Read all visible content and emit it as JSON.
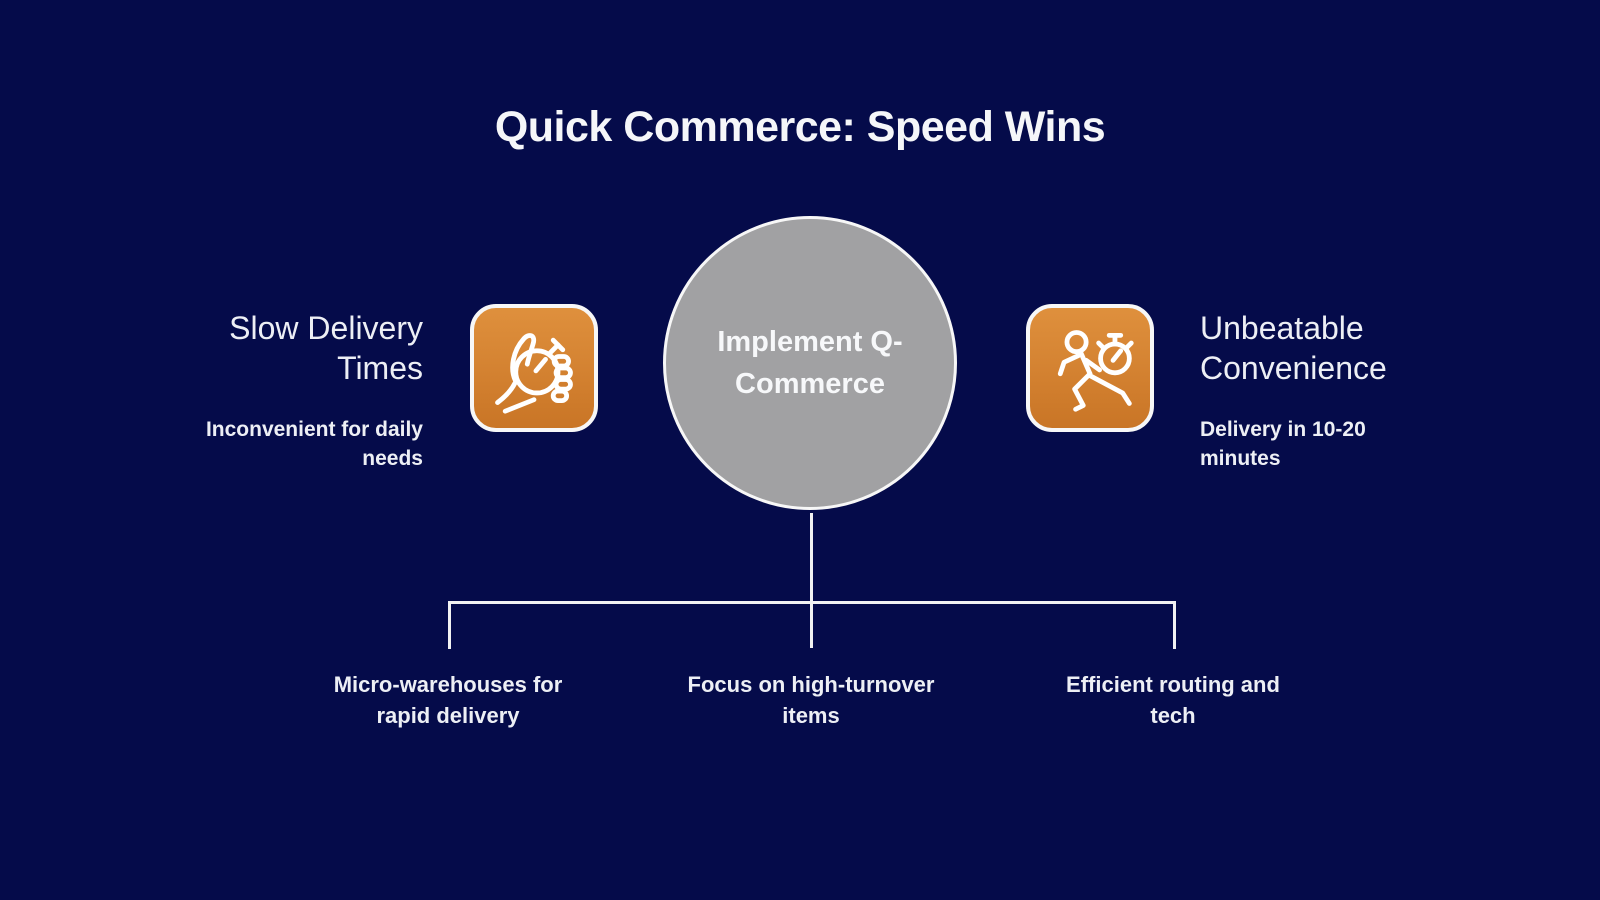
{
  "title": "Quick Commerce: Speed Wins",
  "center_node": {
    "label_lines": [
      "Implement Q-",
      "Commerce"
    ]
  },
  "left_item": {
    "icon": "hand-holding-stopwatch-icon",
    "heading_lines": [
      "Slow Delivery",
      "Times"
    ],
    "subtitle_lines": [
      "Inconvenient for daily",
      "needs"
    ]
  },
  "right_item": {
    "icon": "runner-with-stopwatch-icon",
    "heading_lines": [
      "Unbeatable",
      "Convenience"
    ],
    "subtitle_lines": [
      "Delivery in 10-20",
      "minutes"
    ]
  },
  "branches": [
    {
      "lines": [
        "Micro-warehouses for",
        "rapid delivery"
      ]
    },
    {
      "lines": [
        "Focus on high-turnover",
        "items"
      ]
    },
    {
      "lines": [
        "Efficient routing and",
        "tech"
      ]
    }
  ],
  "colors": {
    "background": "#050b4a",
    "text": "#edeff5",
    "node_fill": "#a1a1a3",
    "node_border": "#f7f7f7",
    "icon_gradient_top": "#df903d",
    "icon_gradient_bottom": "#c97526",
    "icon_border": "#f7f7f7",
    "connector_line": "#f2f2f2"
  }
}
